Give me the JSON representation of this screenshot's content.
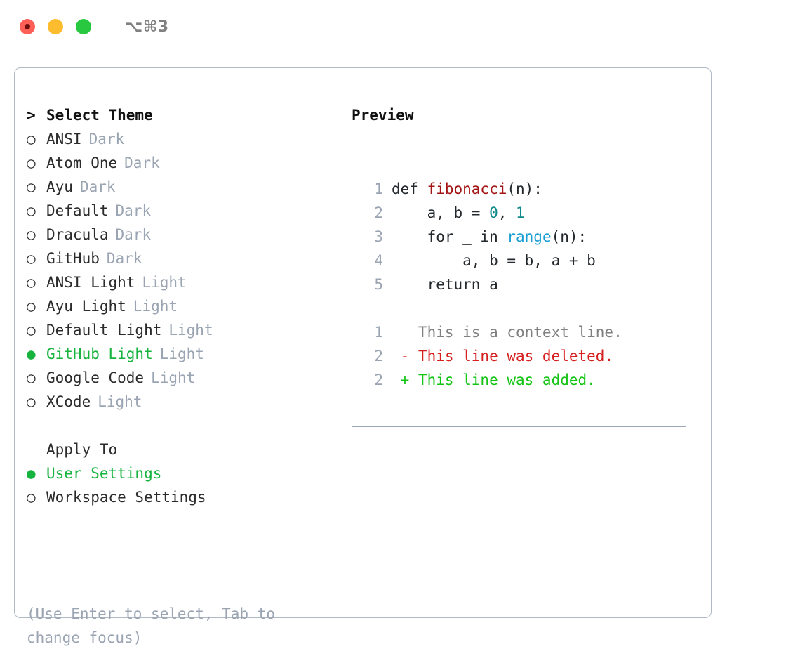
{
  "titlebar": {
    "lights": [
      "close-red",
      "minimize-yellow",
      "maximize-green"
    ],
    "shortcut": "⌥⌘3"
  },
  "theme_list": {
    "header_marker": ">",
    "header_label": "Select Theme",
    "items": [
      {
        "marker": "○",
        "label": "ANSI",
        "badge": "Dark",
        "selected": false
      },
      {
        "marker": "○",
        "label": "Atom One",
        "badge": "Dark",
        "selected": false
      },
      {
        "marker": "○",
        "label": "Ayu",
        "badge": "Dark",
        "selected": false
      },
      {
        "marker": "○",
        "label": "Default",
        "badge": "Dark",
        "selected": false
      },
      {
        "marker": "○",
        "label": "Dracula",
        "badge": "Dark",
        "selected": false
      },
      {
        "marker": "○",
        "label": "GitHub",
        "badge": "Dark",
        "selected": false
      },
      {
        "marker": "○",
        "label": "ANSI Light",
        "badge": "Light",
        "selected": false
      },
      {
        "marker": "○",
        "label": "Ayu Light",
        "badge": "Light",
        "selected": false
      },
      {
        "marker": "○",
        "label": "Default Light",
        "badge": "Light",
        "selected": false
      },
      {
        "marker": "●",
        "label": "GitHub Light",
        "badge": "Light",
        "selected": true
      },
      {
        "marker": "○",
        "label": "Google Code",
        "badge": "Light",
        "selected": false
      },
      {
        "marker": "○",
        "label": "XCode",
        "badge": "Light",
        "selected": false
      }
    ]
  },
  "apply_to": {
    "header_label": "Apply To",
    "items": [
      {
        "marker": "●",
        "label": "User Settings",
        "selected": true
      },
      {
        "marker": "○",
        "label": "Workspace Settings",
        "selected": false
      }
    ]
  },
  "hint": {
    "line1": "(Use Enter to select, Tab to",
    "line2": "change focus)"
  },
  "preview": {
    "title": "Preview",
    "code_lines": [
      {
        "num": "1",
        "parts": [
          {
            "t": "def ",
            "c": "plain"
          },
          {
            "t": "fibonacci",
            "c": "fn"
          },
          {
            "t": "(n):",
            "c": "plain"
          }
        ]
      },
      {
        "num": "2",
        "parts": [
          {
            "t": "    a, b = ",
            "c": "plain"
          },
          {
            "t": "0",
            "c": "num"
          },
          {
            "t": ", ",
            "c": "plain"
          },
          {
            "t": "1",
            "c": "num"
          }
        ]
      },
      {
        "num": "3",
        "parts": [
          {
            "t": "    for _ in ",
            "c": "plain"
          },
          {
            "t": "range",
            "c": "call"
          },
          {
            "t": "(n):",
            "c": "plain"
          }
        ]
      },
      {
        "num": "4",
        "parts": [
          {
            "t": "        a, b = b, a + b",
            "c": "plain"
          }
        ]
      },
      {
        "num": "5",
        "parts": [
          {
            "t": "    return a",
            "c": "plain"
          }
        ]
      }
    ],
    "diff_lines": [
      {
        "num": "1",
        "sign": " ",
        "text": "This is a context line.",
        "kind": "ctx"
      },
      {
        "num": "2",
        "sign": "-",
        "text": "This line was deleted.",
        "kind": "del"
      },
      {
        "num": "2",
        "sign": "+",
        "text": "This line was added.",
        "kind": "add"
      }
    ]
  },
  "colors": {
    "selected_green": "#16b33f",
    "badge_gray": "#9aa4b2",
    "panel_border": "#b0bac6",
    "preview_border": "#9aa6b4",
    "code_fn_red": "#a31515",
    "code_num_teal": "#0f8a8a",
    "code_call_blue": "#1a9fd4",
    "diff_del_red": "#d62020",
    "diff_add_green": "#14c414"
  }
}
